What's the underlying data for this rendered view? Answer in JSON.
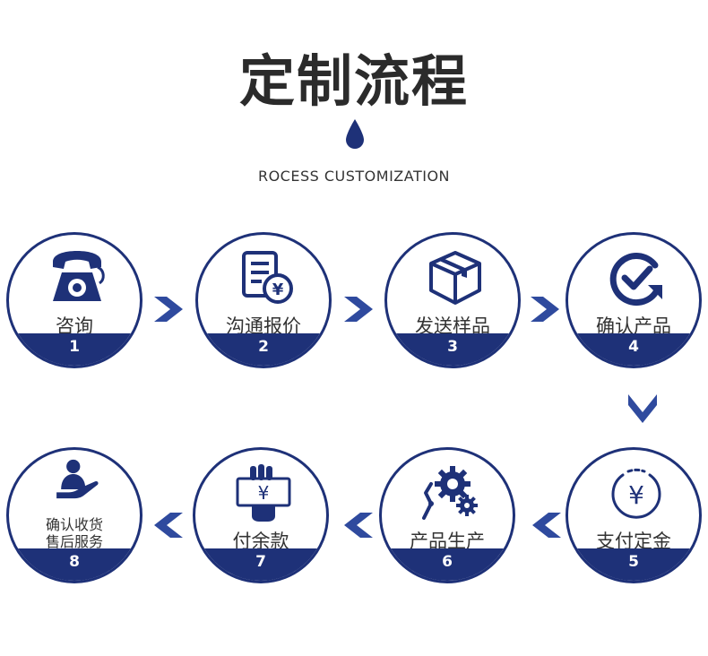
{
  "header": {
    "title": "定制流程",
    "subtitle": "ROCESS CUSTOMIZATION"
  },
  "colors": {
    "primary": "#1e3178",
    "accent": "#2f4a9e",
    "text": "#333333"
  },
  "steps": [
    {
      "label": "咨询",
      "number": "1",
      "icon": "telephone-icon"
    },
    {
      "label": "沟通报价",
      "number": "2",
      "icon": "quote-document-icon"
    },
    {
      "label": "发送样品",
      "number": "3",
      "icon": "package-box-icon"
    },
    {
      "label": "确认产品",
      "number": "4",
      "icon": "check-refresh-icon"
    },
    {
      "label": "支付定金",
      "number": "5",
      "icon": "yen-coin-icon"
    },
    {
      "label": "产品生产",
      "number": "6",
      "icon": "gears-robot-arm-icon"
    },
    {
      "label": "付余款",
      "number": "7",
      "icon": "hand-yen-bill-icon"
    },
    {
      "label": "确认收货",
      "label2": "售后服务",
      "number": "8",
      "icon": "person-service-icon"
    }
  ]
}
